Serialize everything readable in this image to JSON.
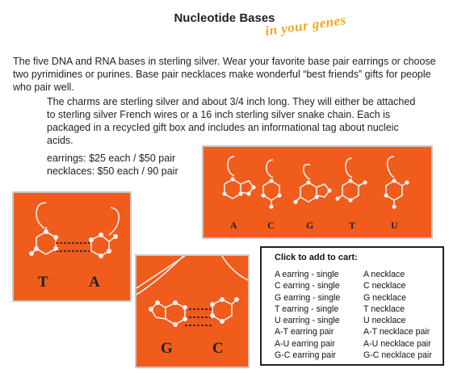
{
  "header": {
    "title": "Nucleotide Bases",
    "tagline": "in your genes"
  },
  "intro": "The five DNA and RNA bases in sterling silver. Wear your favorite base pair earrings or choose two pyrimidines or purines. Base pair necklaces make wonderful “best friends” gifts for people who pair well.",
  "details": "The charms are sterling silver and about 3/4 inch long. They will either be attached to sterling silver French wires or a 16 inch sterling silver snake chain. Each is packaged in a recycled gift box and includes an informational tag about nucleic acids.",
  "prices": {
    "earrings": "earrings: $25 each / $50 pair",
    "necklaces": "necklaces: $50 each / 90 pair"
  },
  "photos": {
    "earring_set_letters": [
      "A",
      "C",
      "G",
      "T",
      "U"
    ],
    "pair_earring_letters": [
      "T",
      "A"
    ],
    "pair_necklace_letters": [
      "G",
      "C"
    ]
  },
  "cart": {
    "title": "Click to add to cart:",
    "earrings": [
      "A earring - single",
      "C earring - single",
      "G earring - single",
      "T earring - single",
      "U earring - single",
      "A-T earring pair",
      "A-U earring pair",
      "G-C earring pair"
    ],
    "necklaces": [
      "A necklace",
      "C necklace",
      "G necklace",
      "T necklace",
      "U necklace",
      "A-T necklace pair",
      "A-U necklace pair",
      "G-C necklace pair"
    ]
  },
  "colors": {
    "accent": "#f3a81b",
    "photo_background": "#f05c1c",
    "silver": "#e9e9e9"
  }
}
